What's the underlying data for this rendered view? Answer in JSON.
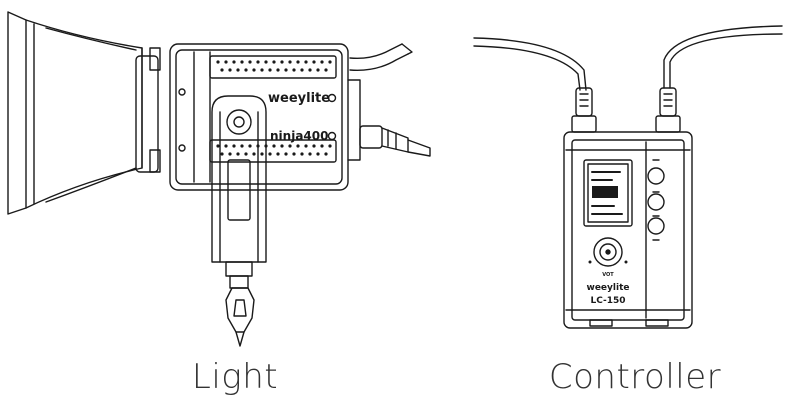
{
  "captions": {
    "light": "Light",
    "controller": "Controller"
  },
  "light_unit": {
    "brand": "weeylite",
    "model": "ninja400"
  },
  "controller_unit": {
    "brand": "weeylite",
    "model": "LC-150",
    "knob_label": "VOT"
  },
  "colors": {
    "stroke": "#1a1a1a",
    "background": "#ffffff"
  }
}
